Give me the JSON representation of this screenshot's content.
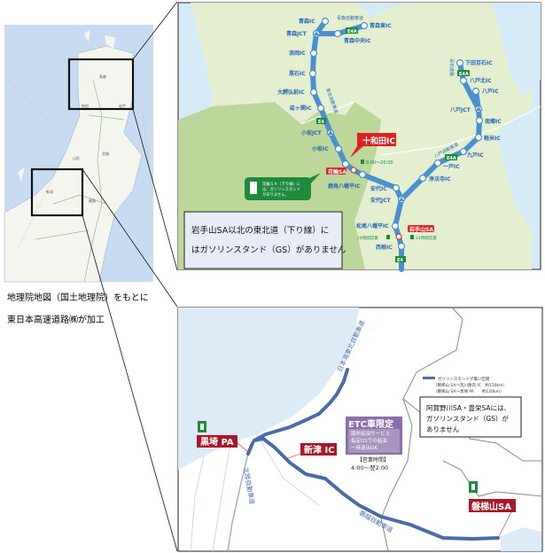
{
  "overview_map": {
    "prefectures": [
      "青森",
      "秋田",
      "岩手",
      "山形",
      "宮城",
      "新潟",
      "福島"
    ],
    "credit_line1": "地理院地図（国土地理院）をもとに",
    "credit_line2": "東日本高速道路㈱が加工"
  },
  "north_map": {
    "road_names": {
      "aomori_expwy": "青森自動車道",
      "tohoku_expwy": "東北自動車道",
      "hachinohe_expwy": "八戸自動車道",
      "momoishi_road": "百石道路"
    },
    "route_badges": {
      "e4": "E4",
      "e4a": "E4A"
    },
    "interchanges": {
      "aomori": "青森IC",
      "aomori_jct": "青森JCT",
      "aomori_chuo": "青森中央IC",
      "aomori_higashi": "青森東IC",
      "namioka": "浪岡IC",
      "kuroishi": "黒石IC",
      "owani": "大鰐弘前IC",
      "ikarigaseki": "碇ヶ関IC",
      "kosaka_jct": "小坂JCT",
      "kosaka": "小坂IC",
      "kazuno": "鹿角八幡平IC",
      "ashiro": "安代IC",
      "ashiro_jct": "安代JCT",
      "matsuo": "松尾八幡平IC",
      "nishine": "西根IC",
      "jobouji": "浄法寺IC",
      "ichinohe": "一戸IC",
      "kunohe": "九戸IC",
      "karumai": "軽米IC",
      "nango": "南郷IC",
      "hachinohe_jct": "八戸JCT",
      "hachinohe": "八戸IC",
      "hachinohe_kita": "八戸北IC",
      "shimoda": "下田百石IC"
    },
    "towada_callout": "十和田IC",
    "hanawa_sa": "花輪SA",
    "hanawa_hours": "8:00〜20:00",
    "hanawa_note_line1": "花輪ＳＡ（下り線）に",
    "hanawa_note_line2": "は、ガソリンスタンド",
    "hanawa_note_line3": "がありません。",
    "iwatesan_sa": "岩手山SA",
    "iwatesan_hours_left": "24時間営業",
    "iwatesan_hours_right": "24時間営業",
    "notice_line1": "岩手山SA以北の東北道（下り線）に",
    "notice_line2": "はガソリンスタンド（GS）がありません"
  },
  "niigata_map": {
    "road_names": {
      "nihonkai": "日本海東北自動車道",
      "hokuriku": "北陸自動車道",
      "banetsu": "磐越自動車道"
    },
    "legend_title": "ガソリンスタンドが無い区間",
    "legend_line1": "（磐梯山 SA〜荒川胎内 IC　約150km）",
    "legend_line2": "（磐梯山 SA〜黒埼 PA　　約120km）",
    "notice_line1": "阿賀野川SA・豊栄SAには、",
    "notice_line2": "ガソリンスタンド（GS）が",
    "notice_line3": "ありません",
    "kurosaki_pa": "黒埼 PA",
    "niitsu_ic": "新津 IC",
    "bandaisan_sa": "磐梯山SA",
    "etc_title": "ETC車限定",
    "etc_line1": "路外給油サービス",
    "etc_line2": "指定GSでの給油",
    "etc_line3": "一時退出OK",
    "hours_label": "【営業時間】",
    "hours_value": "4:00〜翌2:00"
  },
  "colors": {
    "route": "#4a90d0",
    "route_dark": "#4a6aa8",
    "sea": "#d6ebf8",
    "land_light": "#e4efcf",
    "land_green": "#bcd79a",
    "red": "#e02020",
    "maroon": "#a8172a",
    "green_badge": "#1d8a3c",
    "purple": "#8a70aa",
    "notice_bg": "#e8ecf6"
  }
}
